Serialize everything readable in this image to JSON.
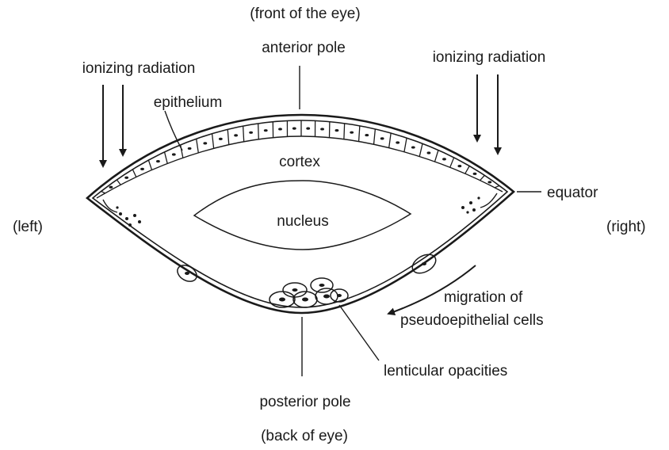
{
  "labels": {
    "front_of_eye": "(front of the eye)",
    "anterior_pole": "anterior pole",
    "ionizing_radiation_left": "ionizing radiation",
    "ionizing_radiation_right": "ionizing radiation",
    "epithelium": "epithelium",
    "cortex": "cortex",
    "equator": "equator",
    "left": "(left)",
    "nucleus": "nucleus",
    "right": "(right)",
    "migration_line1": "migration of",
    "migration_line2": "pseudoepithelial cells",
    "lenticular_opacities": "lenticular opacities",
    "posterior_pole": "posterior pole",
    "back_of_eye": "(back of eye)"
  },
  "colors": {
    "ink": "#1a1a1a",
    "background": "#ffffff"
  }
}
